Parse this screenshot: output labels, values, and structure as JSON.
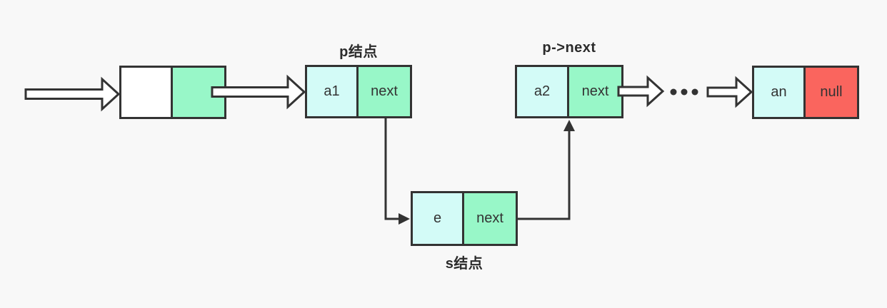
{
  "colors": {
    "bg": "#f8f8f8",
    "stroke": "#333333",
    "text": "#333333",
    "white": "#ffffff",
    "cyan": "#d3fbf7",
    "green": "#98f7c8",
    "red": "#fa655e"
  },
  "nodes": {
    "head": {
      "data_text": "",
      "next_text": ""
    },
    "p": {
      "label": "p结点",
      "data_text": "a1",
      "next_text": "next"
    },
    "pnext": {
      "label": "p->next",
      "data_text": "a2",
      "next_text": "next"
    },
    "s": {
      "label": "s结点",
      "data_text": "e",
      "next_text": "next"
    },
    "an": {
      "data_text": "an",
      "next_text": "null"
    }
  }
}
